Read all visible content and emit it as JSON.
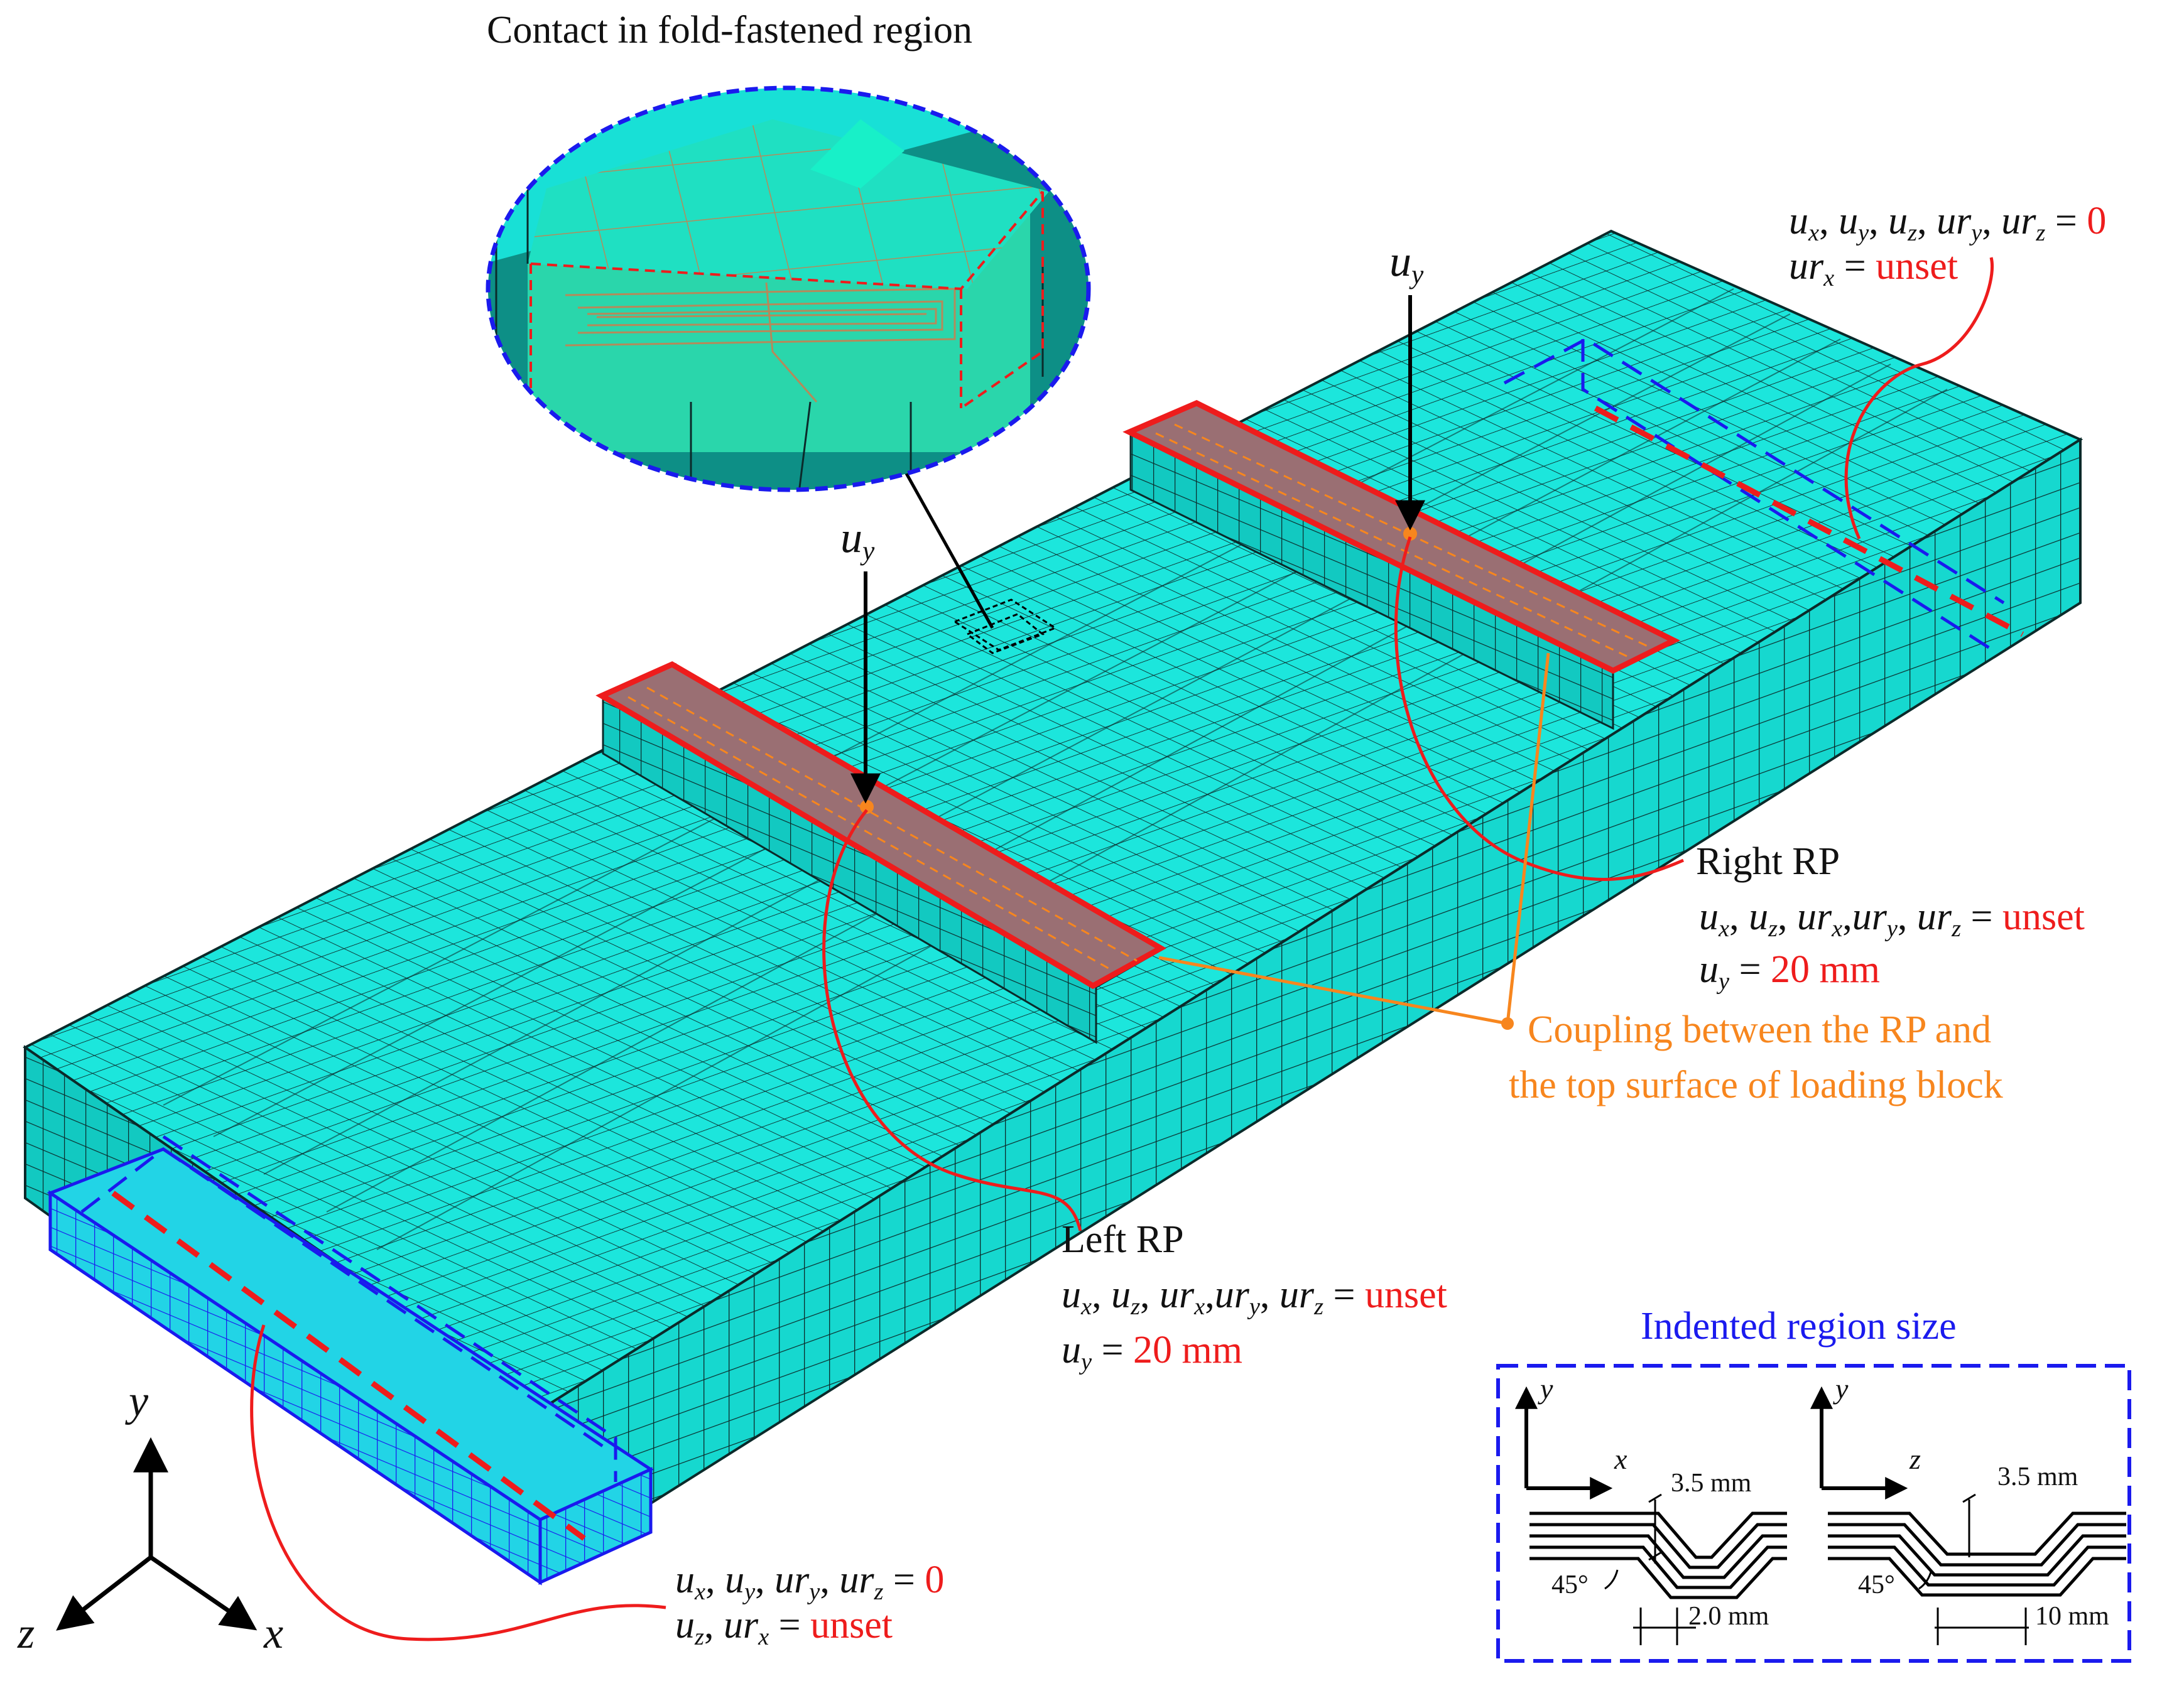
{
  "labels": {
    "detail_title": "Contact in fold-fastened region",
    "uy_symbol": "u",
    "uy_sub": "y",
    "right_support": {
      "line1": "uₓ, uᵧ, u_z, urᵧ, ur_z = 0",
      "set_value": "0",
      "ur_x_unset": "unset"
    },
    "right_rp": {
      "title": "Right RP",
      "unset": "unset",
      "disp_value": "20 mm"
    },
    "left_rp": {
      "title": "Left RP",
      "unset": "unset",
      "disp_value": "20 mm"
    },
    "coupling": {
      "line1": "Coupling between the RP and",
      "line2": "the top surface of loading block"
    },
    "left_support": {
      "set_value": "0",
      "unset": "unset"
    },
    "axes": {
      "y": "y",
      "z": "z",
      "x": "x"
    },
    "indent": {
      "title": "Indented region size",
      "axis_y": "y",
      "axis_x": "x",
      "axis_z": "z",
      "depth_left": "3.5 mm",
      "depth_right": "3.5 mm",
      "angle_left": "45°",
      "angle_right": "45°",
      "width_left": "2.0 mm",
      "width_right": "10 mm"
    }
  },
  "colors": {
    "mesh_fill": "#1ce6dc",
    "mesh_dark": "#0aa6a0",
    "mesh_line": "#0b2a2a",
    "support_blue": "#1a1aee",
    "rp_red": "#ee1c1c",
    "coupling_orange": "#f7861e",
    "block_top": "#9a6f73"
  }
}
